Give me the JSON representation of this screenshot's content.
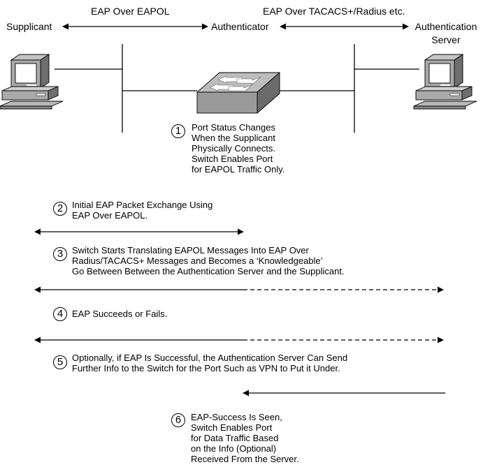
{
  "headers": {
    "eap_over_eapol": "EAP Over EAPOL",
    "eap_over_tacacs": "EAP Over TACACS+/Radius etc."
  },
  "roles": {
    "supplicant": "Supplicant",
    "authenticator": "Authenticator",
    "server_line1": "Authentication",
    "server_line2": "Server"
  },
  "icons": {
    "supplicant": "desktop-computer-icon",
    "authenticator": "network-switch-icon",
    "server": "desktop-computer-icon"
  },
  "steps": [
    {
      "number": "1",
      "lines": [
        "Port Status Changes",
        "When the Supplicant",
        "Physically Connects.",
        "Switch Enables Port",
        "for EAPOL Traffic Only."
      ]
    },
    {
      "number": "2",
      "lines": [
        "Initial EAP Packet Exchange Using",
        "EAP Over EAPOL."
      ]
    },
    {
      "number": "3",
      "lines": [
        "Switch Starts Translating EAPOL Messages Into EAP Over",
        "Radius/TACACS+ Messages and Becomes a ‘Knowledgeable’",
        "Go Between Between the Authentication Server and the Supplicant."
      ]
    },
    {
      "number": "4",
      "lines": [
        "EAP Succeeds or Fails."
      ]
    },
    {
      "number": "5",
      "lines": [
        "Optionally, if EAP Is Successful, the Authentication Server Can Send",
        "Further Info to the Switch for the Port Such as VPN to Put it Under."
      ]
    },
    {
      "number": "6",
      "lines": [
        "EAP-Success Is Seen,",
        "Switch Enables Port",
        "for Data Traffic Based",
        "on the Info (Optional)",
        "Received From the Server."
      ]
    }
  ]
}
